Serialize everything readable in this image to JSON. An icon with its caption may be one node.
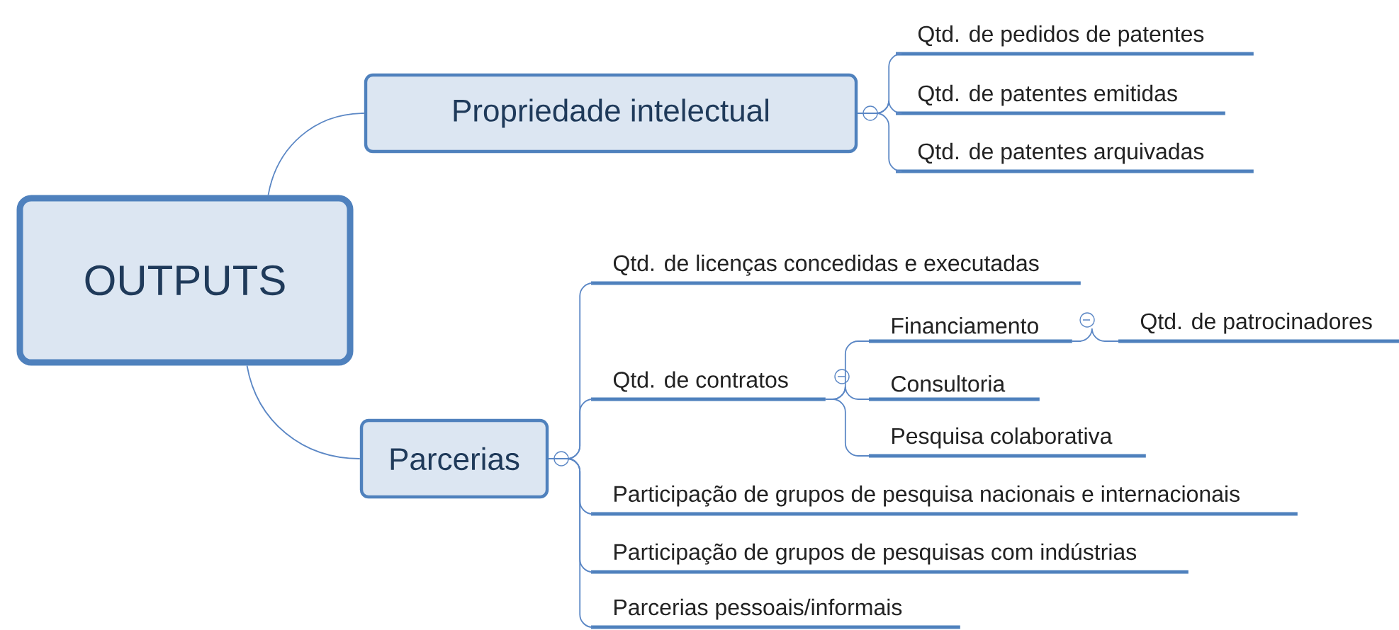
{
  "diagram": {
    "nodes": [
      {
        "text": [
          "OUTPUTS"
        ]
      },
      {
        "text": [
          "Propriedade intelectual"
        ]
      },
      {
        "text": [
          "Qtd. de pedidos de patentes"
        ]
      },
      {
        "text": [
          "Qtd. de patentes emitidas"
        ]
      },
      {
        "text": [
          "Qtd. de patentes arquivadas"
        ]
      },
      {
        "text": [
          "Parcerias"
        ]
      },
      {
        "text": [
          "Qtd. de licenças concedidas e executadas"
        ]
      },
      {
        "text": [
          "Qtd. de contratos"
        ]
      },
      {
        "text": [
          "Financiamento"
        ]
      },
      {
        "text": [
          "Qtd. de patrocinadores"
        ]
      },
      {
        "text": [
          "Consultoria"
        ]
      },
      {
        "text": [
          "Pesquisa colaborativa"
        ]
      },
      {
        "text": [
          "Participação de grupos de pesquisa nacionais e internacionais"
        ]
      },
      {
        "text": [
          "Participação de grupos de pesquisas com indústrias"
        ]
      },
      {
        "text": [
          "Parcerias pessoais/informais"
        ]
      }
    ],
    "edges": [
      {
        "from": 0,
        "to": 1,
        "arrow": "none"
      },
      {
        "from": 0,
        "to": 5,
        "arrow": "none"
      },
      {
        "from": 1,
        "to": 2,
        "arrow": "none"
      },
      {
        "from": 1,
        "to": 3,
        "arrow": "none"
      },
      {
        "from": 1,
        "to": 4,
        "arrow": "none"
      },
      {
        "from": 5,
        "to": 6,
        "arrow": "none"
      },
      {
        "from": 5,
        "to": 7,
        "arrow": "none"
      },
      {
        "from": 5,
        "to": 12,
        "arrow": "none"
      },
      {
        "from": 5,
        "to": 13,
        "arrow": "none"
      },
      {
        "from": 5,
        "to": 14,
        "arrow": "none"
      },
      {
        "from": 7,
        "to": 8,
        "arrow": "none"
      },
      {
        "from": 7,
        "to": 10,
        "arrow": "none"
      },
      {
        "from": 7,
        "to": 11,
        "arrow": "none"
      },
      {
        "from": 8,
        "to": 9,
        "arrow": "none"
      }
    ]
  }
}
